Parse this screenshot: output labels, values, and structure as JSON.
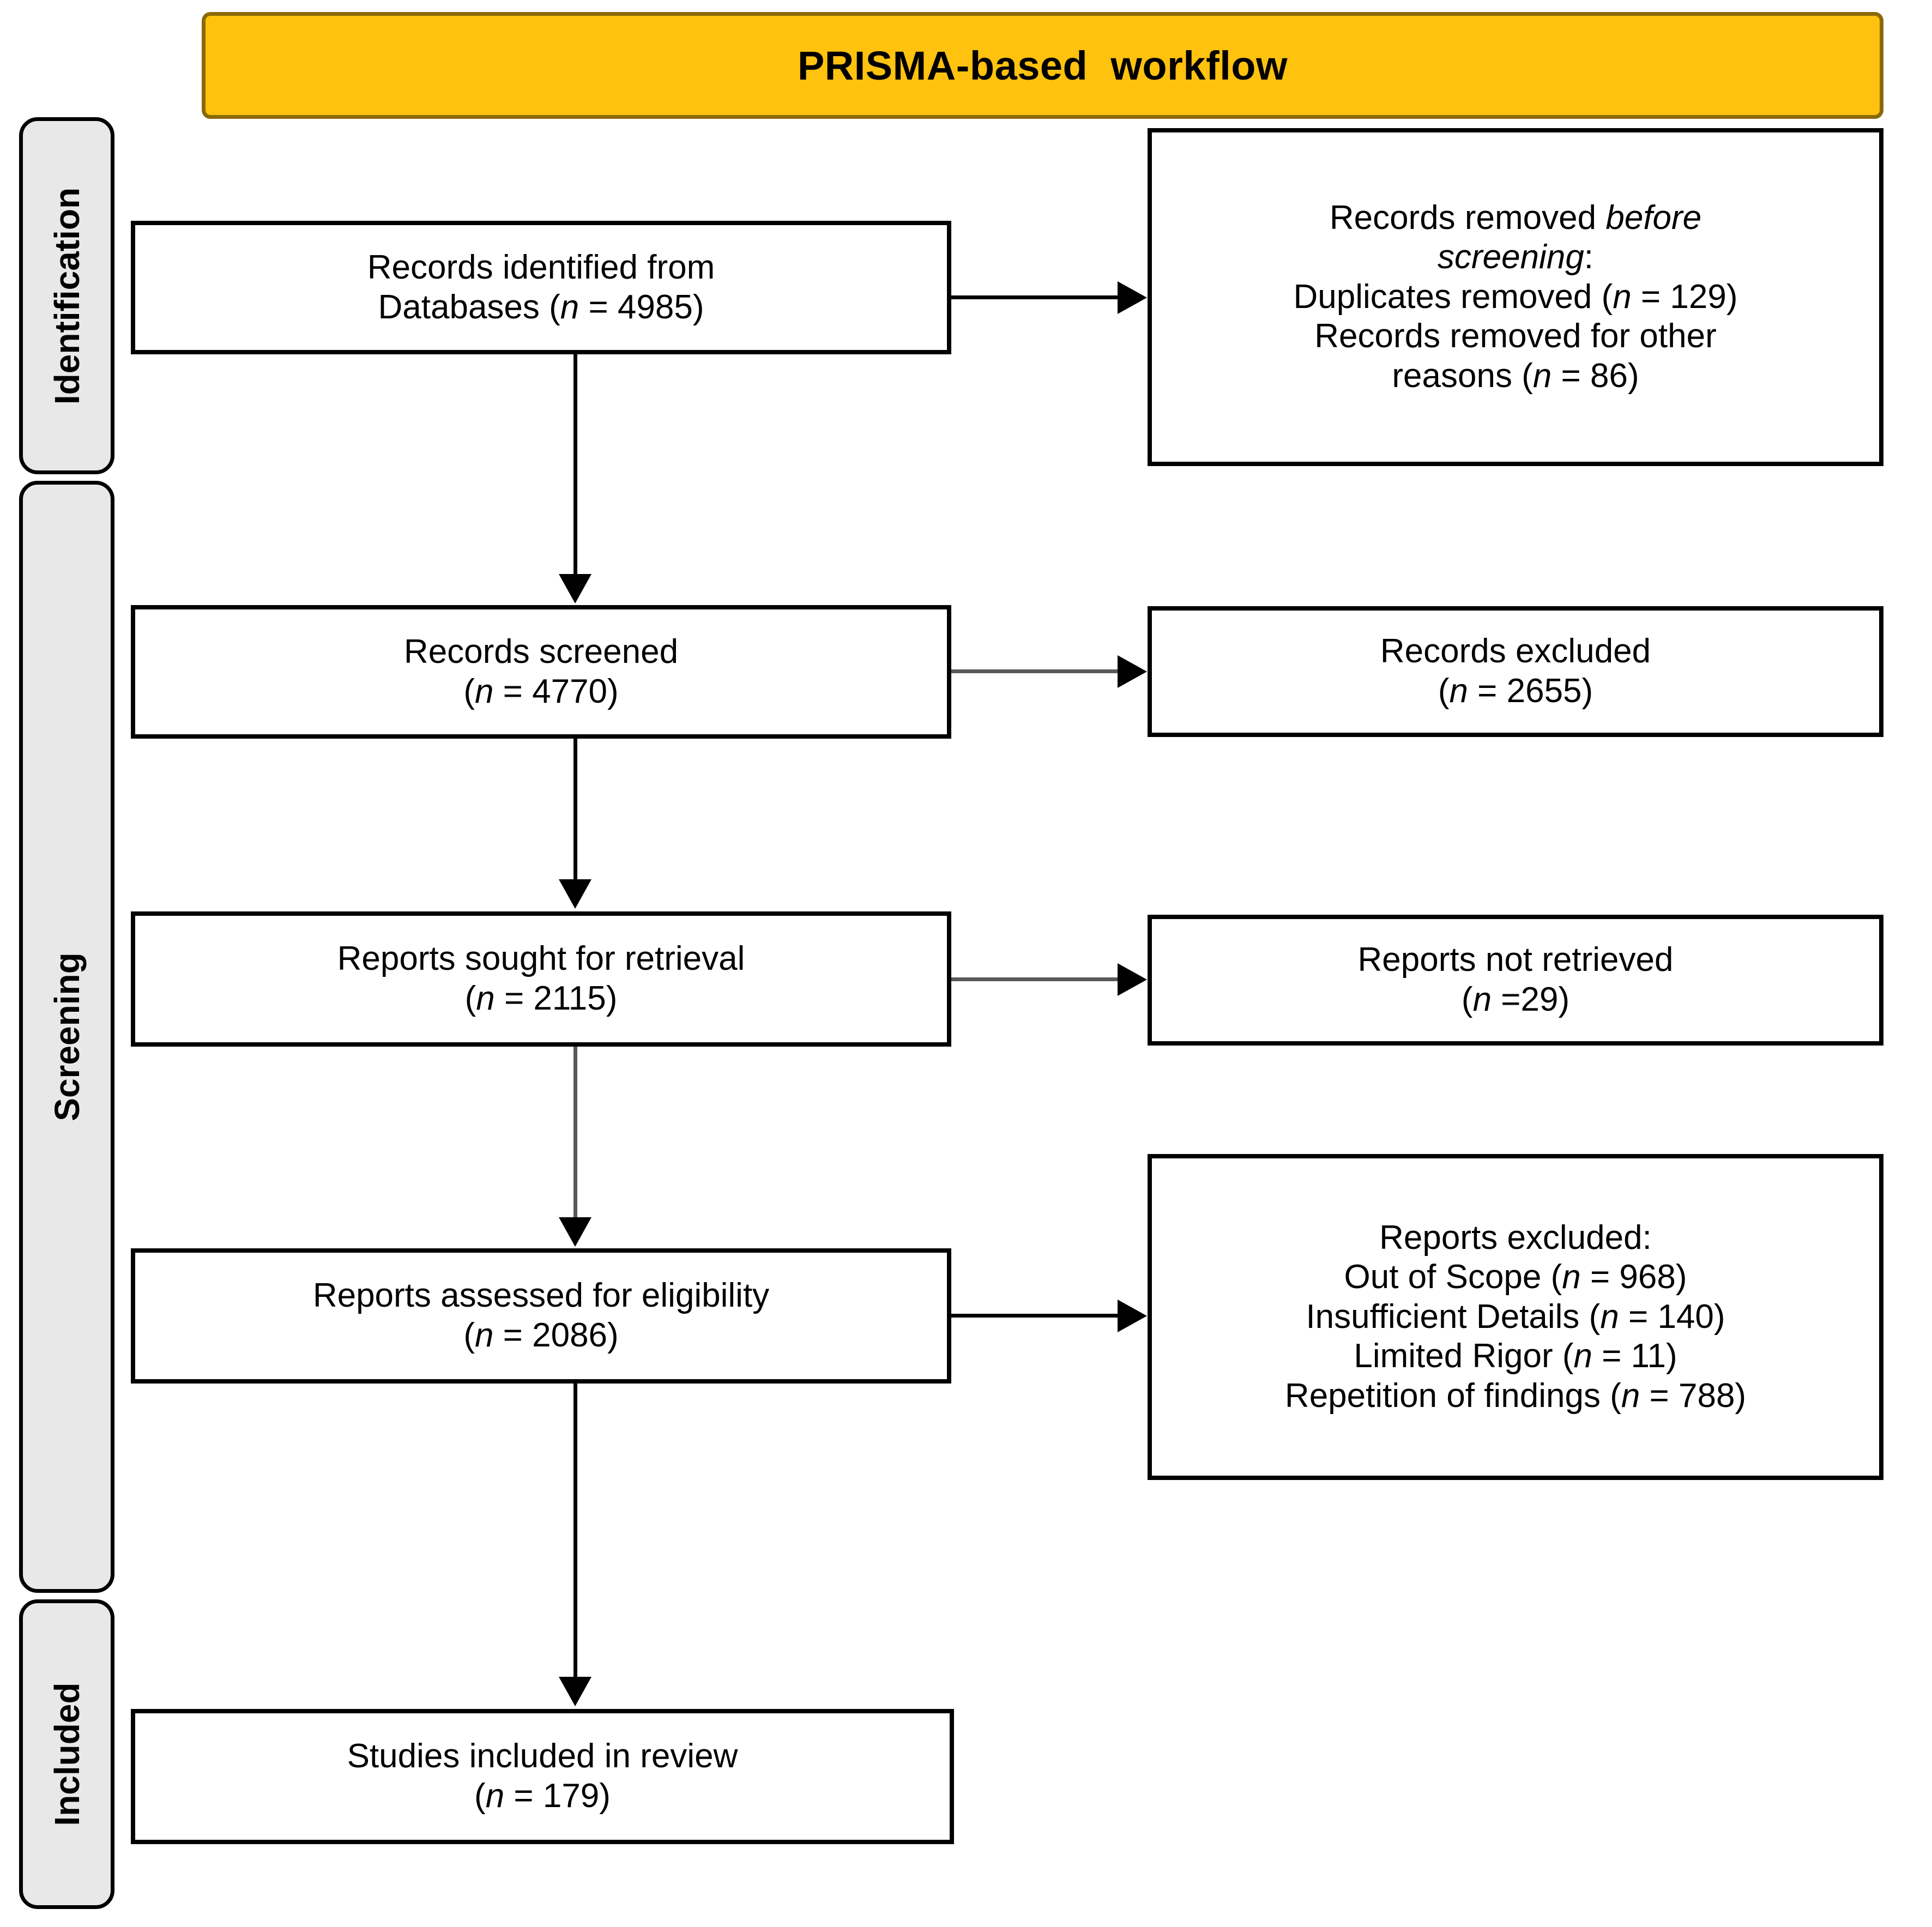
{
  "header": {
    "title": "PRISMA-based  workflow",
    "background_color": "#FFC20E",
    "border_color": "#8A6A08"
  },
  "stages": [
    {
      "id": "identification",
      "label": "Identification"
    },
    {
      "id": "screening",
      "label": "Screening"
    },
    {
      "id": "included",
      "label": "Included"
    }
  ],
  "flow": {
    "identified": {
      "line1": "Records identified from",
      "line2_pre": "Databases (",
      "line2_italic": "n",
      "line2_post": " = 4985)"
    },
    "removed_before": {
      "line1_pre": "Records removed ",
      "line1_italic": "before",
      "line2_italic": "screening",
      "line2_post": ":",
      "line3_pre": "Duplicates removed (",
      "line3_italic": "n",
      "line3_post": " = 129)",
      "line4": "Records removed for other",
      "line5_pre": "reasons (",
      "line5_italic": "n",
      "line5_post": " = 86)"
    },
    "screened": {
      "line1": "Records screened",
      "line2_pre": "(",
      "line2_italic": "n",
      "line2_post": " = 4770)"
    },
    "excluded": {
      "line1": "Records excluded",
      "line2_pre": "(",
      "line2_italic": "n",
      "line2_post": " = 2655)"
    },
    "sought": {
      "line1": "Reports sought for retrieval",
      "line2_pre": "(",
      "line2_italic": "n",
      "line2_post": " = 2115)"
    },
    "not_retrieved": {
      "line1": "Reports not retrieved",
      "line2_pre": "(",
      "line2_italic": "n",
      "line2_post": " =29)"
    },
    "assessed": {
      "line1": "Reports assessed for eligibility",
      "line2_pre": "(",
      "line2_italic": "n",
      "line2_post": " = 2086)"
    },
    "reports_excluded": {
      "line1": "Reports excluded:",
      "line2_pre": "Out of Scope (",
      "line2_italic": "n",
      "line2_post": " = 968)",
      "line3_pre": "Insufficient Details (",
      "line3_italic": "n",
      "line3_post": " = 140)",
      "line4_pre": "Limited Rigor (",
      "line4_italic": "n",
      "line4_post": " = 11)",
      "line5_pre": "Repetition of findings (",
      "line5_italic": "n",
      "line5_post": " = 788)"
    },
    "included": {
      "line1": "Studies included in review",
      "line2_pre": "(",
      "line2_italic": "n",
      "line2_post": " = 179)"
    }
  },
  "chart_data": {
    "type": "diagram",
    "title": "PRISMA-based  workflow",
    "nodes": [
      {
        "id": "identified",
        "stage": "Identification",
        "column": "left",
        "label": "Records identified from Databases",
        "n": 4985
      },
      {
        "id": "removed_before",
        "stage": "Identification",
        "column": "right",
        "label": "Records removed before screening",
        "items": [
          {
            "label": "Duplicates removed",
            "n": 129
          },
          {
            "label": "Records removed for other reasons",
            "n": 86
          }
        ]
      },
      {
        "id": "screened",
        "stage": "Screening",
        "column": "left",
        "label": "Records screened",
        "n": 4770
      },
      {
        "id": "excluded",
        "stage": "Screening",
        "column": "right",
        "label": "Records excluded",
        "n": 2655
      },
      {
        "id": "sought",
        "stage": "Screening",
        "column": "left",
        "label": "Reports sought for retrieval",
        "n": 2115
      },
      {
        "id": "not_retrieved",
        "stage": "Screening",
        "column": "right",
        "label": "Reports not retrieved",
        "n": 29
      },
      {
        "id": "assessed",
        "stage": "Screening",
        "column": "left",
        "label": "Reports assessed for eligibility",
        "n": 2086
      },
      {
        "id": "reports_excluded",
        "stage": "Screening",
        "column": "right",
        "label": "Reports excluded",
        "items": [
          {
            "label": "Out of Scope",
            "n": 968
          },
          {
            "label": "Insufficient Details",
            "n": 140
          },
          {
            "label": "Limited Rigor",
            "n": 11
          },
          {
            "label": "Repetition of findings",
            "n": 788
          }
        ]
      },
      {
        "id": "included",
        "stage": "Included",
        "column": "left",
        "label": "Studies included in review",
        "n": 179
      }
    ],
    "edges": [
      {
        "from": "identified",
        "to": "removed_before",
        "direction": "right"
      },
      {
        "from": "identified",
        "to": "screened",
        "direction": "down"
      },
      {
        "from": "screened",
        "to": "excluded",
        "direction": "right"
      },
      {
        "from": "screened",
        "to": "sought",
        "direction": "down"
      },
      {
        "from": "sought",
        "to": "not_retrieved",
        "direction": "right"
      },
      {
        "from": "sought",
        "to": "assessed",
        "direction": "down"
      },
      {
        "from": "assessed",
        "to": "reports_excluded",
        "direction": "right"
      },
      {
        "from": "assessed",
        "to": "included",
        "direction": "down"
      }
    ]
  }
}
